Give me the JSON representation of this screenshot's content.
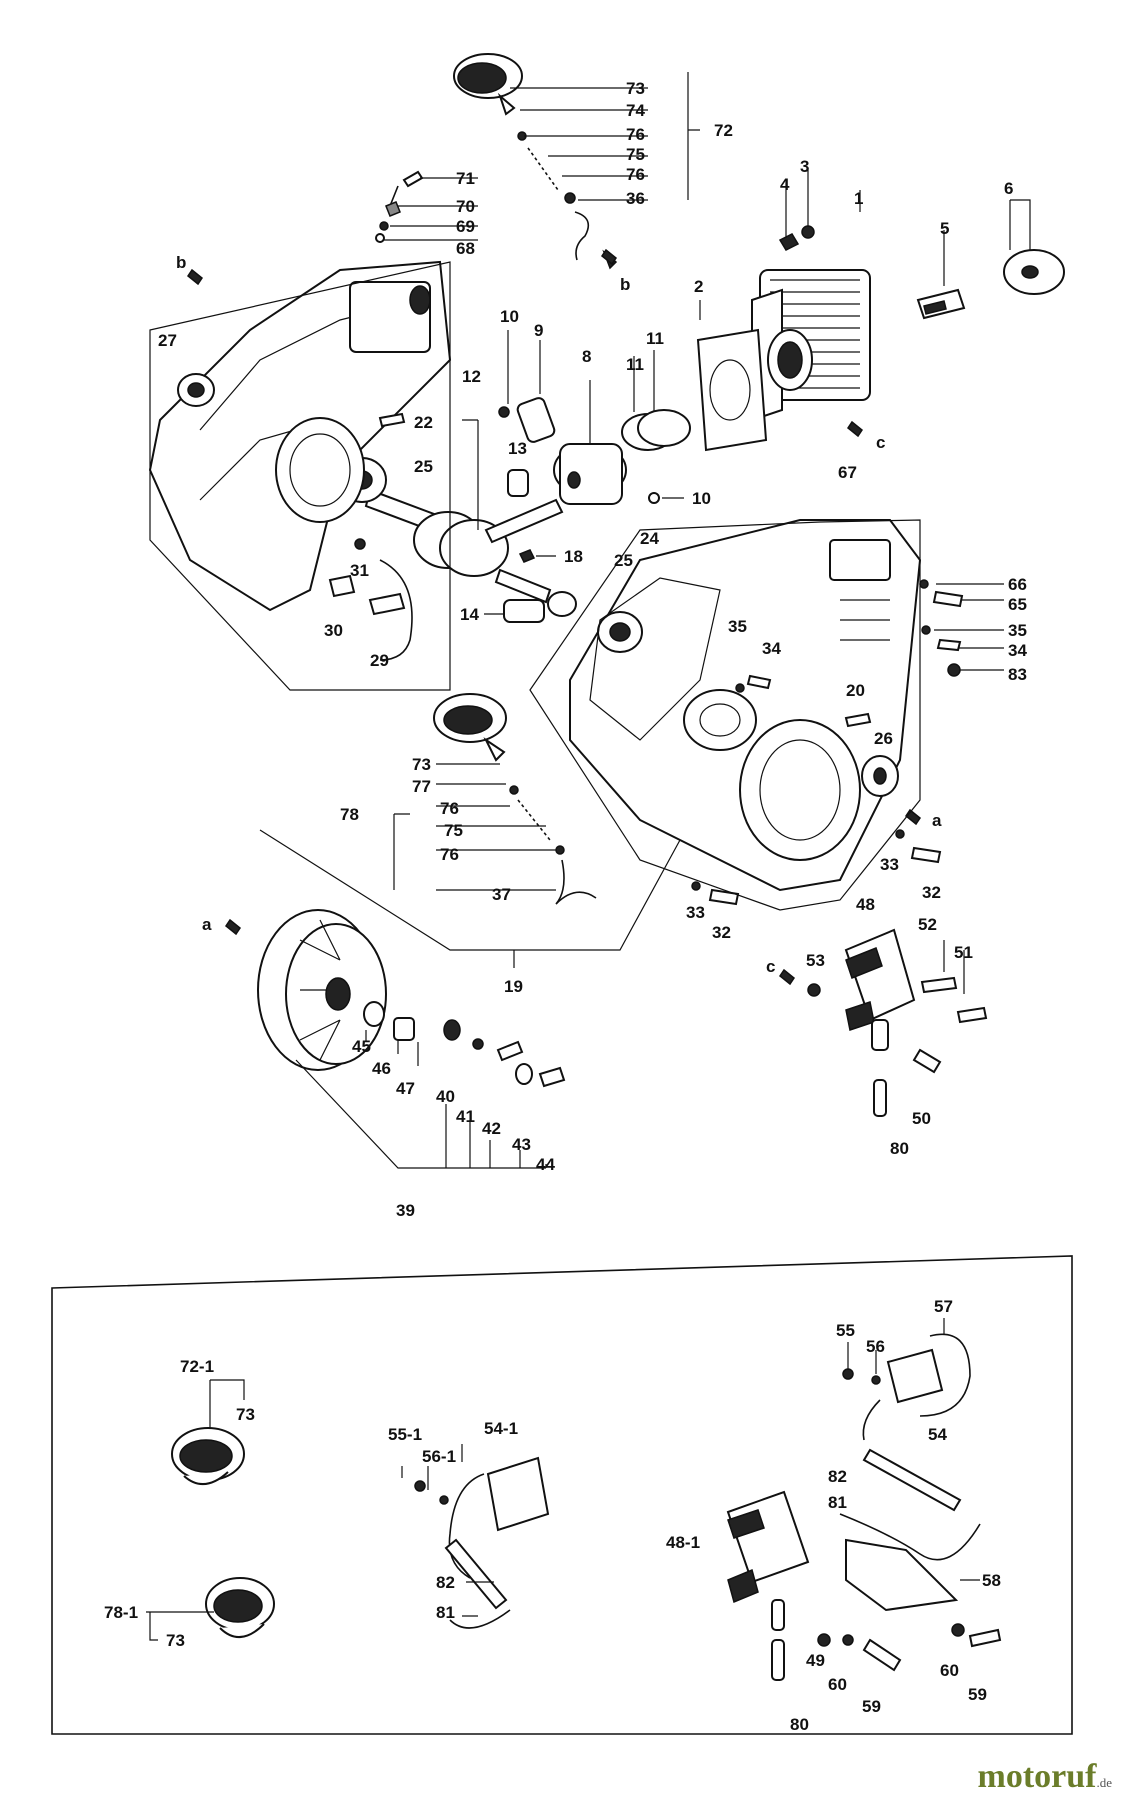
{
  "labels": {
    "n73a": "73",
    "n74": "74",
    "n76a": "76",
    "n75a": "75",
    "n76b": "76",
    "n36": "36",
    "n72": "72",
    "n71": "71",
    "n70": "70",
    "n69": "69",
    "n68": "68",
    "ba": "b",
    "bb": "b",
    "n4": "4",
    "n3": "3",
    "n1": "1",
    "n5": "5",
    "n6": "6",
    "n2": "2",
    "c1": "c",
    "n27": "27",
    "n22": "22",
    "n25a": "25",
    "n12": "12",
    "n10a": "10",
    "n9": "9",
    "n8": "8",
    "n11a": "11",
    "n11b": "11",
    "n13": "13",
    "n10b": "10",
    "n18": "18",
    "n31": "31",
    "n30": "30",
    "n29": "29",
    "n14": "14",
    "n24": "24",
    "n25b": "25",
    "n67": "67",
    "n66": "66",
    "n65": "65",
    "n35a": "35",
    "n34a": "34",
    "n35b": "35",
    "n34b": "34",
    "n83": "83",
    "n20": "20",
    "n26": "26",
    "aa": "a",
    "n33a": "33",
    "n32a": "32",
    "n73b": "73",
    "n77": "77",
    "n78": "78",
    "n76c": "76",
    "n75b": "75",
    "n76d": "76",
    "n37": "37",
    "n33b": "33",
    "n32b": "32",
    "ab": "a",
    "n19": "19",
    "n48": "48",
    "n52": "52",
    "n51": "51",
    "c2": "c",
    "n53": "53",
    "n45": "45",
    "n46": "46",
    "n47": "47",
    "n40": "40",
    "n41": "41",
    "n42": "42",
    "n43": "43",
    "n44": "44",
    "n50": "50",
    "n80a": "80",
    "n39": "39",
    "n72_1": "72-1",
    "n73c": "73",
    "n78_1": "78-1",
    "n73d": "73",
    "n55_1": "55-1",
    "n56_1": "56-1",
    "n54_1": "54-1",
    "n82a": "82",
    "n81a": "81",
    "n57": "57",
    "n55": "55",
    "n56": "56",
    "n54": "54",
    "n82b": "82",
    "n81b": "81",
    "n48_1": "48-1",
    "n58": "58",
    "n49": "49",
    "n60a": "60",
    "n59a": "59",
    "n60b": "60",
    "n59b": "59",
    "n80b": "80"
  },
  "watermark": {
    "brand": "motoruf",
    "tld": ".de"
  }
}
